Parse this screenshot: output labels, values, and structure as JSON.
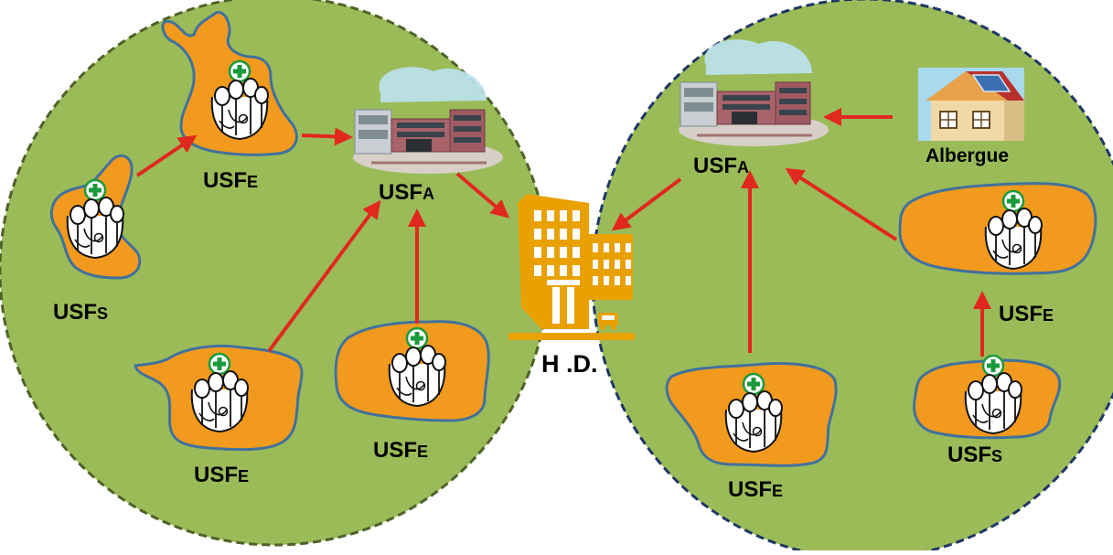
{
  "diagram": {
    "colors": {
      "region_fill": "#9bbb59",
      "left_border": "#4f6228",
      "right_border": "#1f3864",
      "blob_fill": "#f29a1d",
      "blob_border": "#41719c",
      "arrow": "#e0281e",
      "hospital": "#e8a100",
      "cross": "#1a9a3a"
    },
    "nodes": {
      "usfe_top_left": {
        "main": "USF",
        "suffix": "E"
      },
      "usfs_left": {
        "main": "USF",
        "suffix": "S"
      },
      "usfa_left": {
        "main": "USF",
        "suffix": "A"
      },
      "usfe_bottom_left": {
        "main": "USF",
        "suffix": "E"
      },
      "usfe_bottom_center_left": {
        "main": "USF",
        "suffix": "E"
      },
      "hospital": {
        "label": "H .D."
      },
      "usfa_right": {
        "main": "USF",
        "suffix": "A"
      },
      "albergue": {
        "label": "Albergue"
      },
      "usfe_right": {
        "main": "USF",
        "suffix": "E"
      },
      "usfe_bottom_right_center": {
        "main": "USF",
        "suffix": "E"
      },
      "usfs_right": {
        "main": "USF",
        "suffix": "S"
      }
    },
    "icons": {
      "health_center": "health-team-icon",
      "referral_hospital": "hospital-building-icon",
      "admin_building": "usfa-building-icon",
      "shelter": "house-icon"
    }
  }
}
